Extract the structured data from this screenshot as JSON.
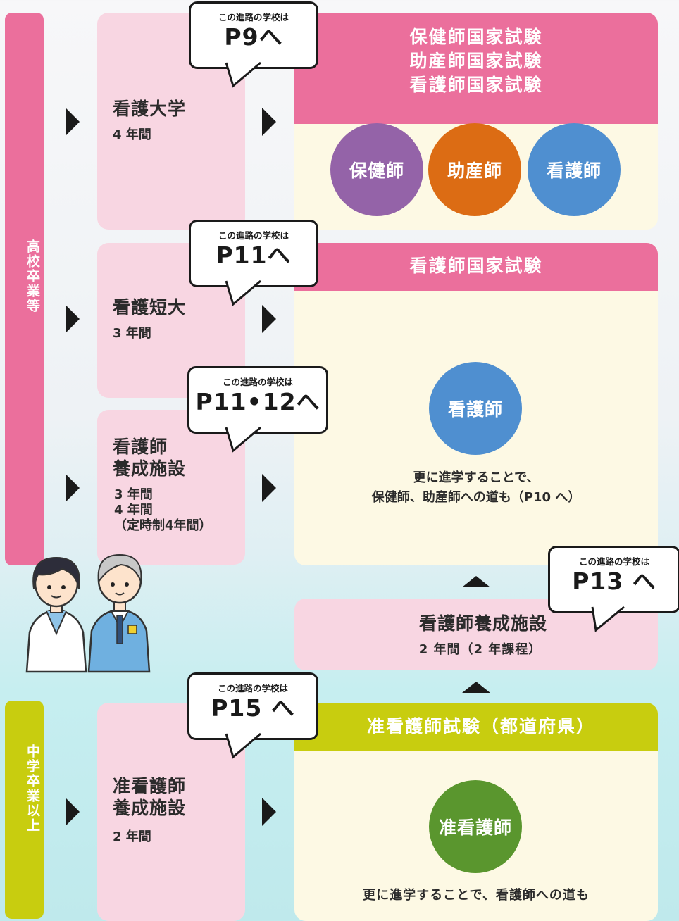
{
  "side_labels": {
    "high_school": "高校卒業等",
    "junior_high": "中学卒業以上"
  },
  "schools": {
    "university": {
      "title": "看護大学",
      "duration": "4 年間"
    },
    "junior_college": {
      "title": "看護短大",
      "duration": "3 年間"
    },
    "nurse_facility": {
      "title_line1": "看護師",
      "title_line2": "養成施設",
      "duration": "3 年間\n4 年間\n（定時制4年間）"
    },
    "practical_facility": {
      "title_line1": "准看護師",
      "title_line2": "養成施設",
      "duration": "2 年間"
    },
    "two_year_course": {
      "title": "看護師養成施設",
      "duration": "2 年間（2 年課程）"
    }
  },
  "bubbles": {
    "caption": "この進路の学校は",
    "university_page": "P9へ",
    "junior_college_page": "P11へ",
    "nurse_facility_page": "P11•12へ",
    "two_year_page": "P13 へ",
    "practical_page": "P15 へ"
  },
  "results": {
    "university": {
      "exams": [
        "保健師国家試験",
        "助産師国家試験",
        "看護師国家試験"
      ],
      "circles": [
        "保健師",
        "助産師",
        "看護師"
      ]
    },
    "nurse": {
      "exam": "看護師国家試験",
      "circle": "看護師",
      "note": "更に進学することで、\n保健師、助産師への道も（P10 へ）"
    },
    "practical": {
      "exam": "准看護師試験（都道府県）",
      "circle": "准看護師",
      "note": "更に進学することで、看護師への道も"
    }
  },
  "colors": {
    "pink_band": "#eb6f9c",
    "olive_band": "#c8cd0f",
    "school_bg": "#f8d6e2",
    "result_bg": "#fdf9e4",
    "public_health_nurse": "#9463a8",
    "midwife": "#dc6c14",
    "nurse": "#4f8fd0",
    "practical_nurse": "#5a962e"
  }
}
